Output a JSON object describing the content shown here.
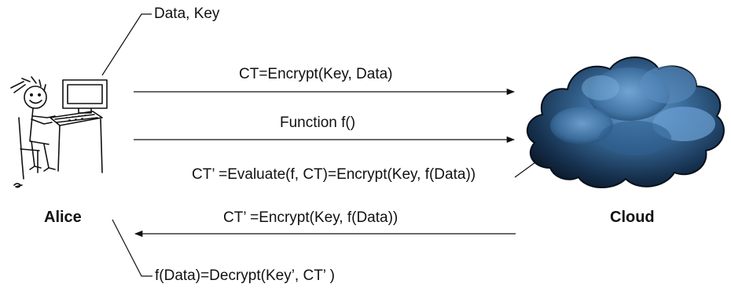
{
  "diagram": {
    "top_note": "Data, Key",
    "arrow1_label": "CT=Encrypt(Key, Data)",
    "arrow2_label": "Function f()",
    "evaluate_label": "CT’ =Evaluate(f, CT)=Encrypt(Key, f(Data))",
    "arrow3_label": "CT’ =Encrypt(Key, f(Data))",
    "bottom_note": "f(Data)=Decrypt(Key’, CT’ )",
    "left_party": "Alice",
    "right_party": "Cloud"
  },
  "colors": {
    "line": "#111111",
    "cloud_dark": "#0b1a2c",
    "cloud_mid": "#2c5a86",
    "cloud_light": "#5f93c4"
  },
  "icons": {
    "person": "person-at-computer-icon",
    "cloud": "cloud-icon"
  }
}
